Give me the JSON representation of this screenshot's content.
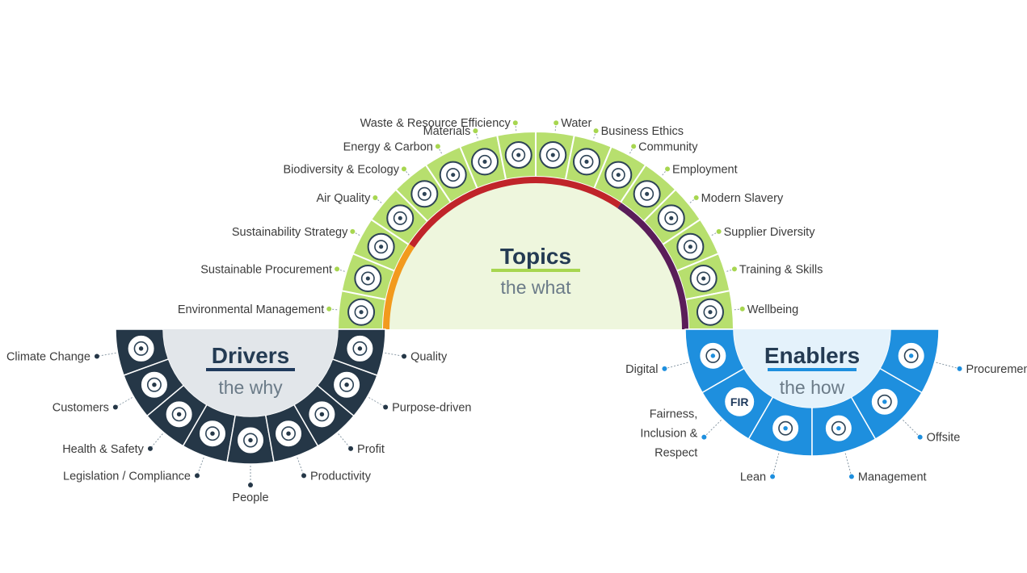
{
  "colors": {
    "topics_ring": "#b7df6e",
    "topics_inner": "#eef6dd",
    "drivers_ring": "#253747",
    "drivers_inner": "#e2e6ea",
    "drivers_accent": "#1f3a5c",
    "enablers_ring": "#1e8fde",
    "enablers_inner": "#e4f2fb",
    "topics_underline": "#a7d650",
    "enablers_underline": "#1e8fde",
    "arc_orange": "#f29a1e",
    "arc_red": "#c0242a",
    "arc_purple": "#5a1d59",
    "label_text": "#3b3b3b",
    "title_text": "#243b53"
  },
  "topics": {
    "title": "Topics",
    "subtitle": "the what",
    "items": [
      {
        "label": "Environmental Management",
        "icon": "hand-plant-icon"
      },
      {
        "label": "Sustainable Procurement",
        "icon": "shopping-cart-icon"
      },
      {
        "label": "Sustainability Strategy",
        "icon": "strategy-document-icon"
      },
      {
        "label": "Air Quality",
        "icon": "truck-emissions-icon"
      },
      {
        "label": "Biodiversity & Ecology",
        "icon": "biodiversity-icon"
      },
      {
        "label": "Energy & Carbon",
        "icon": "plug-icon"
      },
      {
        "label": "Materials",
        "icon": "material-layers-icon"
      },
      {
        "label": "Waste & Resource Efficiency",
        "icon": "recycle-box-icon"
      },
      {
        "label": "Water",
        "icon": "water-drop-icon"
      },
      {
        "label": "Business Ethics",
        "icon": "scales-icon"
      },
      {
        "label": "Community",
        "icon": "community-icon"
      },
      {
        "label": "Employment",
        "icon": "employment-group-icon"
      },
      {
        "label": "Modern Slavery",
        "icon": "shackles-icon"
      },
      {
        "label": "Supplier Diversity",
        "icon": "globe-network-icon"
      },
      {
        "label": "Training & Skills",
        "icon": "training-board-icon"
      },
      {
        "label": "Wellbeing",
        "icon": "heart-pulse-icon"
      }
    ]
  },
  "drivers": {
    "title": "Drivers",
    "subtitle": "the why",
    "items": [
      {
        "label": "Climate Change",
        "icon": "globe-icon"
      },
      {
        "label": "Customers",
        "icon": "handshake-icon"
      },
      {
        "label": "Health & Safety",
        "icon": "hard-hat-worker-icon"
      },
      {
        "label": "Legislation / Compliance",
        "icon": "clipboard-icon"
      },
      {
        "label": "People",
        "icon": "people-icon"
      },
      {
        "label": "Productivity",
        "icon": "gear-search-icon"
      },
      {
        "label": "Profit",
        "icon": "pound-growth-icon"
      },
      {
        "label": "Purpose-driven",
        "icon": "target-icon"
      },
      {
        "label": "Quality",
        "icon": "quality-rosette-icon"
      }
    ]
  },
  "enablers": {
    "title": "Enablers",
    "subtitle": "the how",
    "items": [
      {
        "label": "Digital",
        "icon": "monitor-icon"
      },
      {
        "label": "Fairness,\nInclusion &\nRespect",
        "icon": "fir-logo-icon",
        "badge": "FIR"
      },
      {
        "label": "Lean",
        "icon": "lean-cog-icon"
      },
      {
        "label": "Management",
        "icon": "chess-knight-icon"
      },
      {
        "label": "Offsite",
        "icon": "factory-icon"
      },
      {
        "label": "Procurement",
        "icon": "document-list-icon"
      }
    ]
  }
}
